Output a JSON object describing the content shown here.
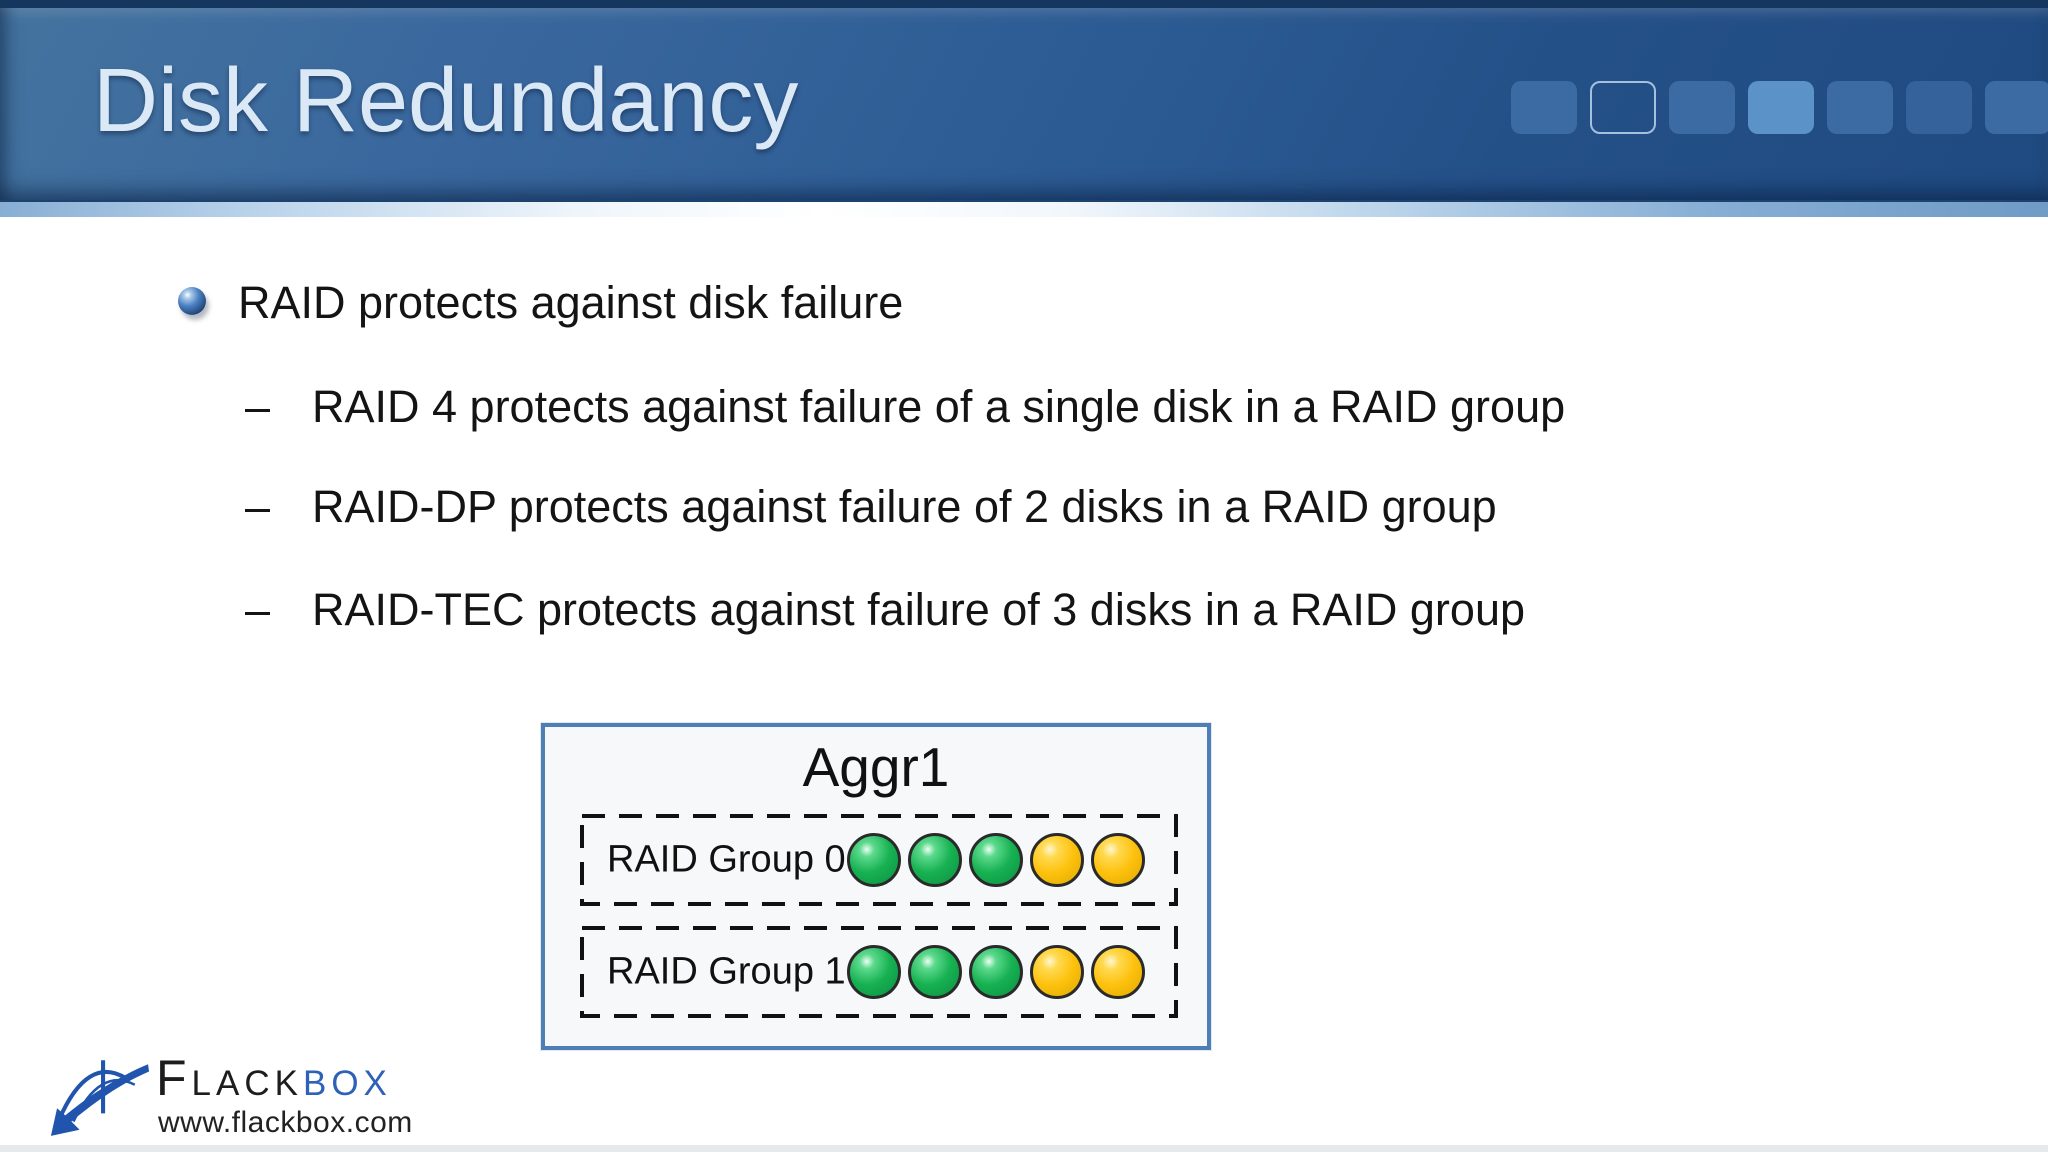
{
  "slide": {
    "title": "Disk Redundancy"
  },
  "header": {
    "decor_squares": [
      {
        "variant": "filled"
      },
      {
        "variant": "outline"
      },
      {
        "variant": "filled"
      },
      {
        "variant": "highlight"
      },
      {
        "variant": "filled"
      },
      {
        "variant": "filled-dim"
      },
      {
        "variant": "filled"
      }
    ]
  },
  "bullets": {
    "dash_marker": "–",
    "main": "RAID protects against disk failure",
    "sub": [
      "RAID 4 protects against failure of a single disk in a RAID group",
      "RAID-DP protects against failure of 2 disks in a RAID group",
      "RAID-TEC protects against failure of 3 disks in a RAID group"
    ]
  },
  "diagram": {
    "title": "Aggr1",
    "groups": [
      {
        "label": "RAID Group 0",
        "disks": [
          "green",
          "green",
          "green",
          "amber",
          "amber"
        ]
      },
      {
        "label": "RAID Group 1",
        "disks": [
          "green",
          "green",
          "green",
          "amber",
          "amber"
        ]
      }
    ]
  },
  "logo": {
    "brand_black": "Flack",
    "brand_blue": "box",
    "url": "www.flackbox.com"
  },
  "colors": {
    "header_blue": "#2e5d95",
    "header_top_border": "#15375f",
    "square_highlight": "#5b92c8",
    "title_text": "#dbe8f6",
    "diagram_border": "#4d7fb5",
    "disk_green": "#17b152",
    "disk_amber": "#fdc10d",
    "brand_blue": "#2e62b8",
    "body_text": "#141414"
  }
}
